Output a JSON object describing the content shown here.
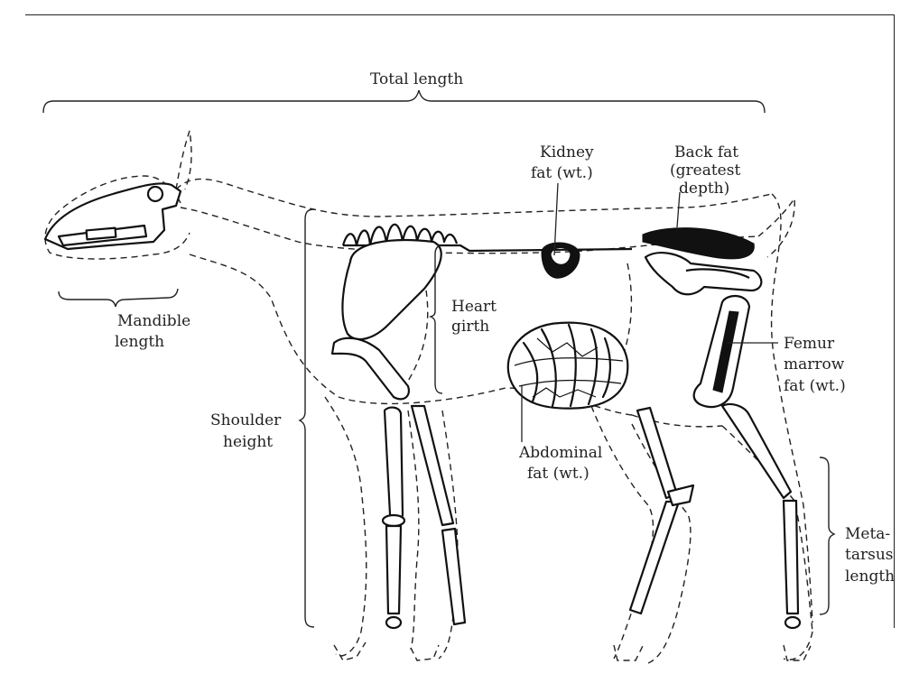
{
  "labels": {
    "total_length": "Total length",
    "mandible": [
      "Mandible",
      "length"
    ],
    "kidney": [
      "Kidney",
      "fat (wt.)"
    ],
    "back_fat": [
      "Back fat",
      "(greatest",
      "depth)"
    ],
    "heart": [
      "Heart",
      "girth"
    ],
    "femur": [
      "Femur",
      "marrow",
      "fat (wt.)"
    ],
    "shoulder": [
      "Shoulder",
      "height"
    ],
    "abdominal": [
      "Abdominal",
      "fat (wt.)"
    ],
    "metatarsus": [
      "Meta-",
      "tarsus",
      "length"
    ]
  }
}
